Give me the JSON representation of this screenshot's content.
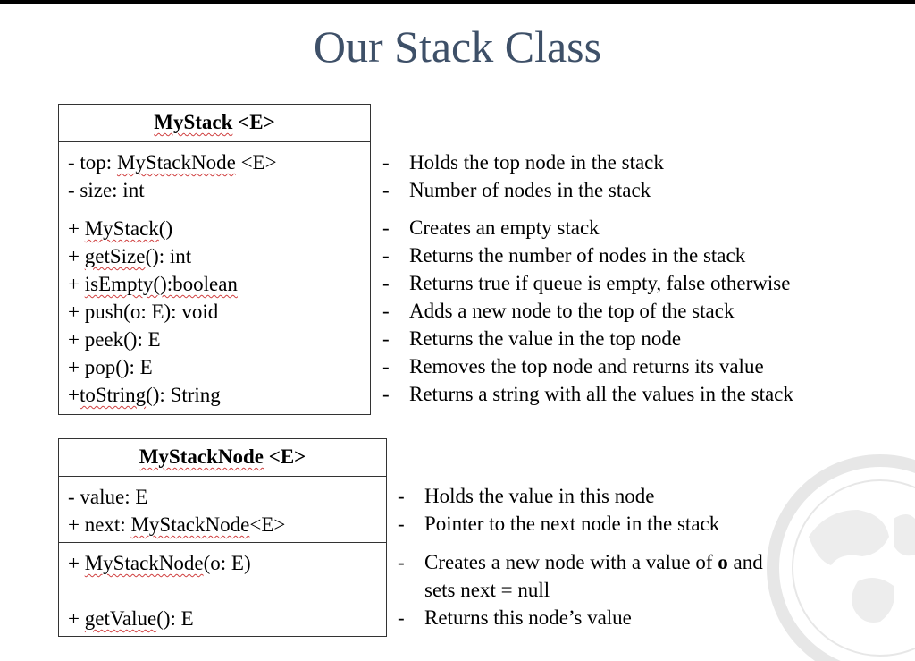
{
  "slide": {
    "title": "Our Stack Class"
  },
  "stack_class": {
    "name_main": "MyStack",
    "name_generic": " <E>",
    "fields": [
      {
        "pre": "- top: ",
        "word": "MyStackNode",
        "post": " <E>"
      },
      {
        "pre": "- size: int",
        "word": "",
        "post": ""
      }
    ],
    "methods": [
      {
        "pre": "+ ",
        "word": "MyStack",
        "post": "()"
      },
      {
        "pre": "+ ",
        "word": "getSize",
        "post": "(): int"
      },
      {
        "pre": "+ ",
        "word": "isEmpty():boolean",
        "post": ""
      },
      {
        "pre": "+ push(o: E): void",
        "word": "",
        "post": ""
      },
      {
        "pre": "+ peek(): E",
        "word": "",
        "post": ""
      },
      {
        "pre": "+ pop(): E",
        "word": "",
        "post": ""
      },
      {
        "pre": "+",
        "word": "toString",
        "post": "(): String"
      }
    ]
  },
  "stack_descriptions": {
    "fields": [
      "Holds the top node in the stack",
      "Number of nodes in the stack"
    ],
    "methods": [
      "Creates an empty stack",
      "Returns the number of nodes in the stack",
      "Returns true if queue is empty, false otherwise",
      "Adds a new node to the top of the stack",
      "Returns the value in the top node",
      "Removes the top node and returns its value",
      "Returns a string with all the values in the stack"
    ]
  },
  "node_class": {
    "name_main": "MyStackNode",
    "name_generic": " <E>",
    "fields": [
      {
        "pre": "- value: E",
        "word": "",
        "post": ""
      },
      {
        "pre": "+ next: ",
        "word": "MyStackNode",
        "post": "<E>"
      }
    ],
    "methods": [
      {
        "pre": "+ ",
        "word": "MyStackNode",
        "post": "(o: E)"
      },
      {
        "pre": "+ ",
        "word": "getValue",
        "post": "(): E"
      }
    ]
  },
  "node_descriptions": {
    "fields": [
      "Holds the value in this node",
      "Pointer to the next node in the stack"
    ],
    "constructor_pre": "Creates a new node with a value of ",
    "constructor_bold": "o",
    "constructor_post": " and",
    "constructor_line2": "sets next = null",
    "getvalue": "Returns this node’s value"
  },
  "dash": "-",
  "colors": {
    "title": "#3e5068",
    "spellcheck": "#d04040",
    "border": "#333333"
  }
}
